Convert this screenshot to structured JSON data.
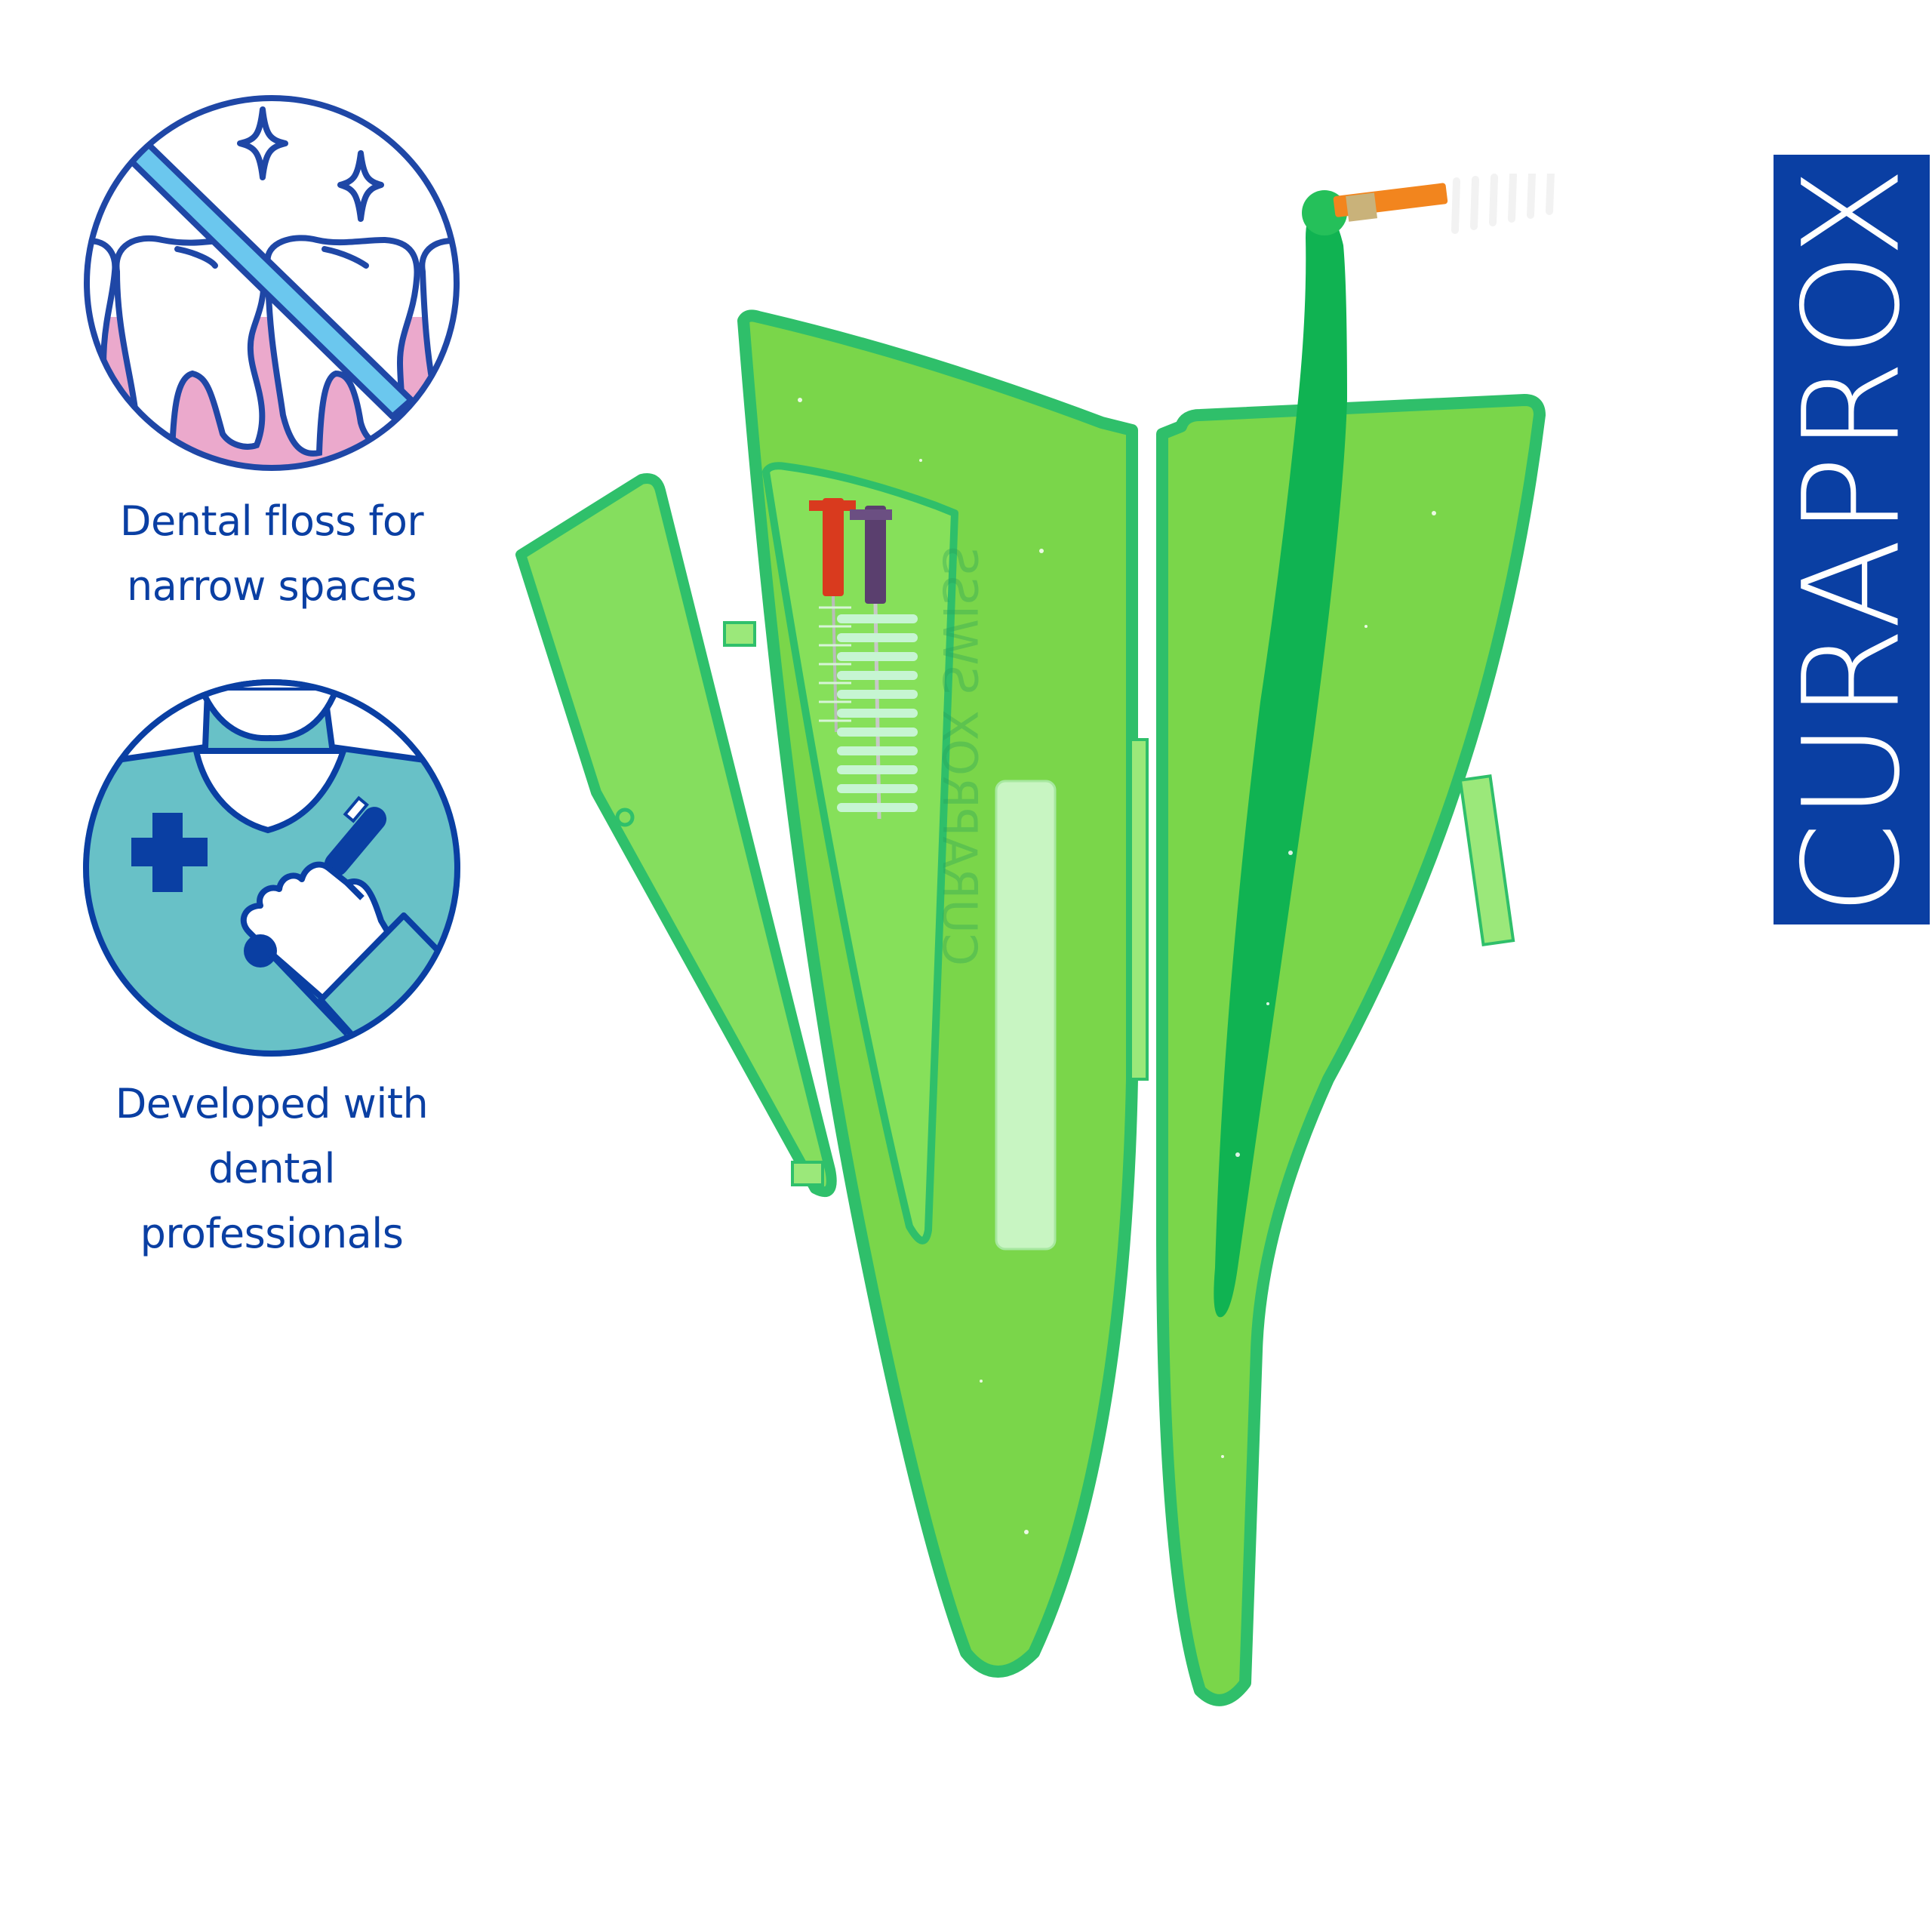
{
  "features": [
    {
      "icon": "teeth-floss-icon",
      "text_lines": [
        "Dental floss for",
        "narrow spaces"
      ]
    },
    {
      "icon": "dental-professional-icon",
      "text_lines": [
        "Developed with",
        "dental",
        "professionals"
      ]
    }
  ],
  "brand": {
    "name": "CURAPROX"
  },
  "product": {
    "name": "interdental-brush-travel-case",
    "emboss_text": "CURAPROX SWISS",
    "case_color": "#7ad64a",
    "rim_color": "#2fbf6a",
    "handle_color": "#10b352",
    "brush_holder_colors": [
      "#d93a1e",
      "#5a3f6e"
    ],
    "mounted_brush_shaft_color": "#f2851e"
  },
  "colors": {
    "brand_blue": "#0a3fa3",
    "floss_blue": "#6bc7ee",
    "gum_pink": "#eba9cc",
    "scrub_teal": "#68c1c7"
  }
}
